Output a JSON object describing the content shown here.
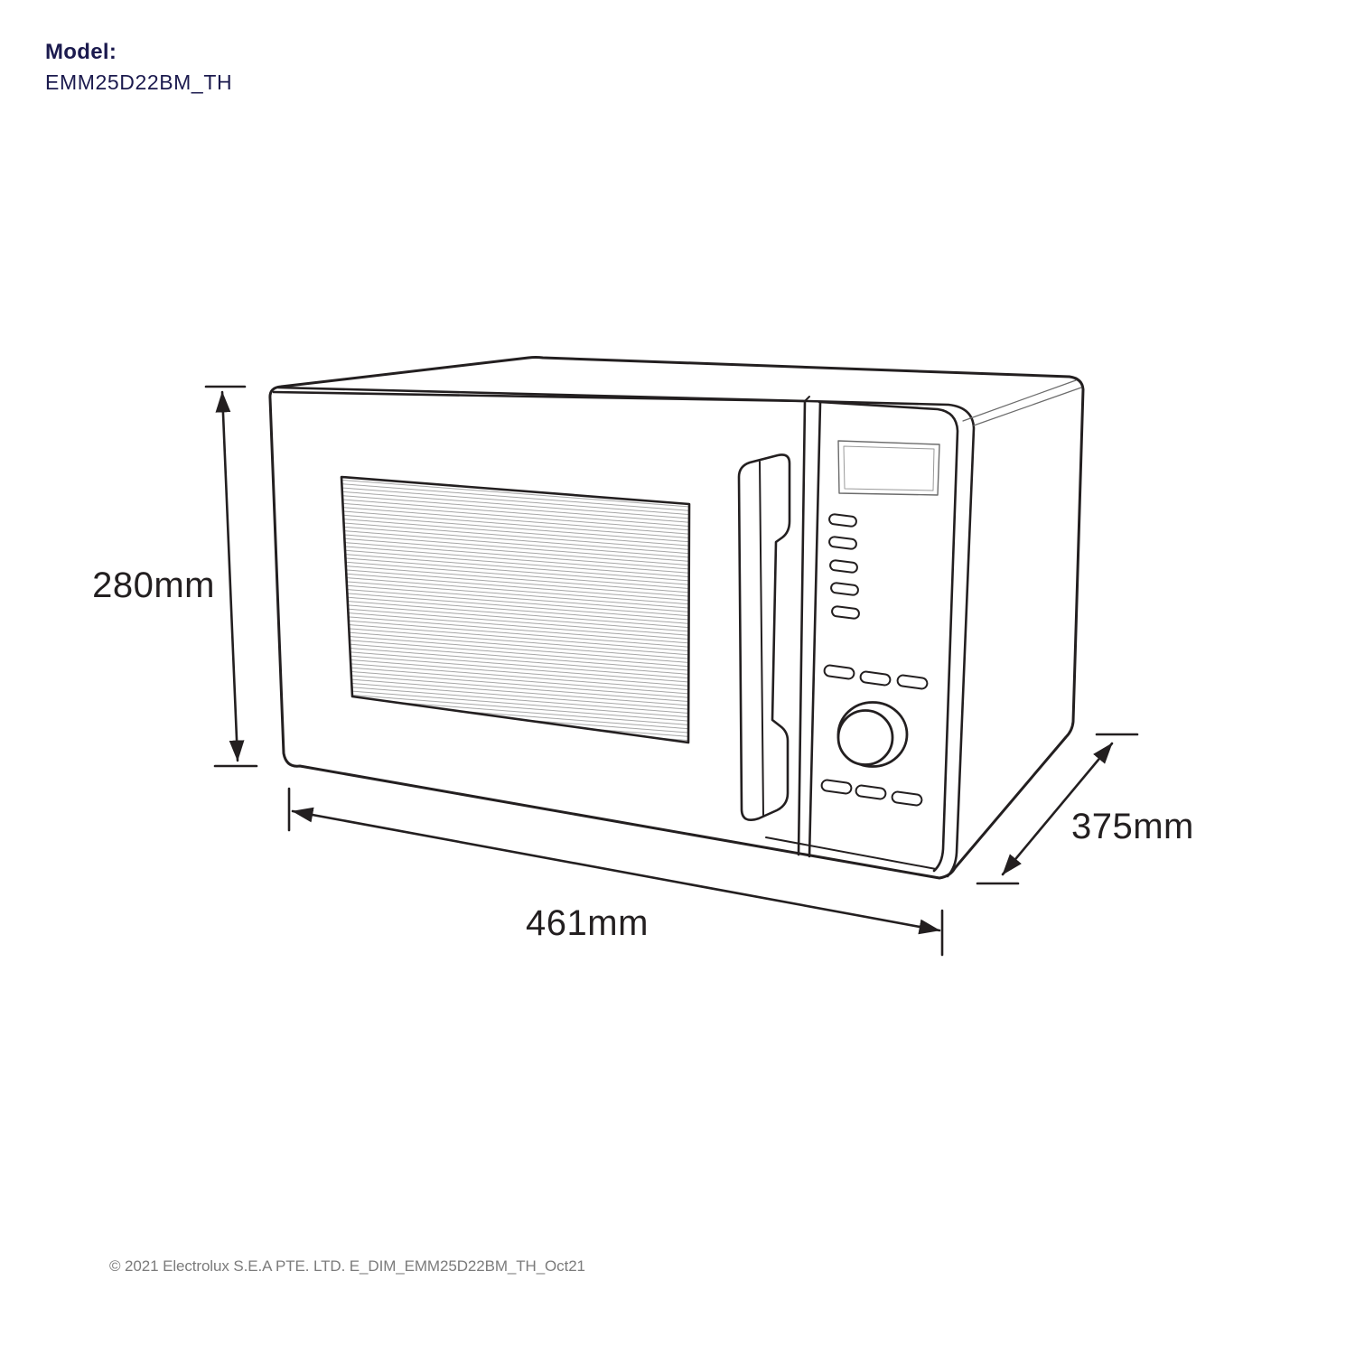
{
  "title": {
    "label": "Model:",
    "model": "EMM25D22BM_TH"
  },
  "dimensions": {
    "height_label": "280mm",
    "width_label": "461mm",
    "depth_label": "375mm"
  },
  "footer": {
    "copyright": "© 2021 Electrolux S.E.A PTE. LTD. E_DIM_EMM25D22BM_TH_Oct21"
  },
  "colors": {
    "brand_navy": "#1b1a4e",
    "line_color": "#231f20",
    "thin_line": "#6b6b6b",
    "hatch_gray": "#9a9a9a",
    "footer_gray": "#7b7b7b",
    "background": "#ffffff"
  }
}
